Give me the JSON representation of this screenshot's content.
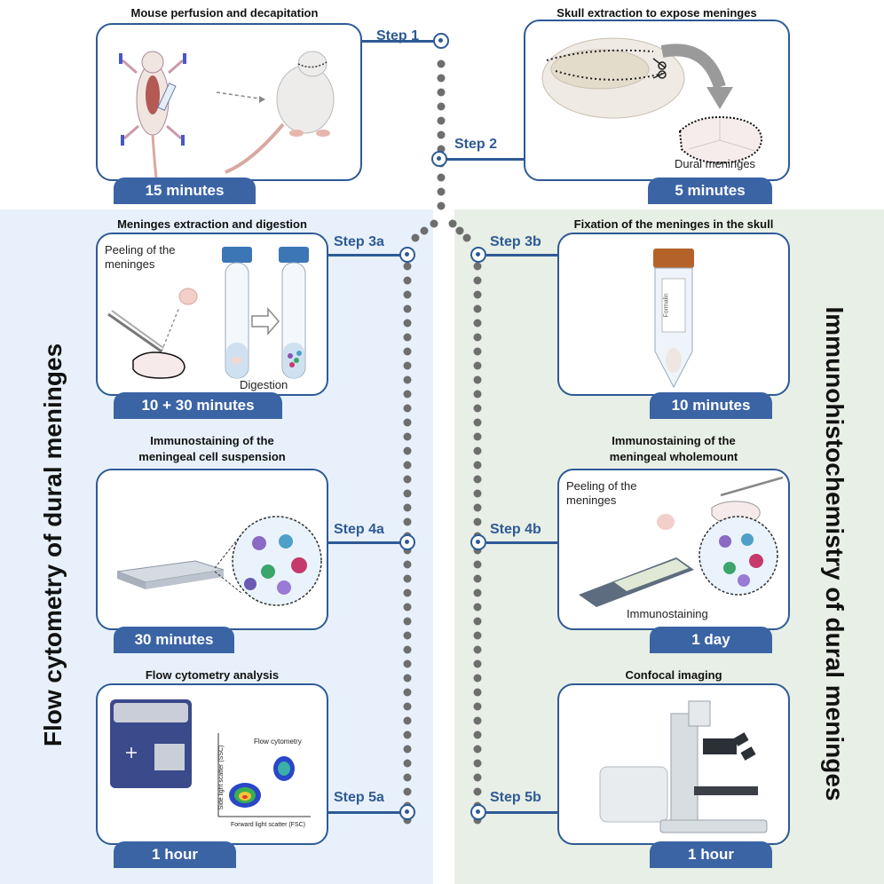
{
  "sections": {
    "left_title": "Flow cytometry of dural meninges",
    "right_title": "Immunohistochemistry of dural meninges"
  },
  "steps": {
    "s1": {
      "title": "Mouse perfusion and decapitation",
      "label": "Step 1",
      "duration": "15 minutes"
    },
    "s2": {
      "title": "Skull extraction to expose meninges",
      "label": "Step 2",
      "duration": "5 minutes",
      "note": "Dural meninges"
    },
    "s3a": {
      "title": "Meninges extraction and digestion",
      "label": "Step 3a",
      "duration": "10 + 30 minutes",
      "note1": "Peeling of the meninges",
      "note2": "Digestion"
    },
    "s3b": {
      "title": "Fixation of the meninges in the skull",
      "label": "Step 3b",
      "duration": "10 minutes",
      "tube_label": "Formalin"
    },
    "s4a": {
      "title_line1": "Immunostaining of the",
      "title_line2": "meningeal cell suspension",
      "label": "Step 4a",
      "duration": "30 minutes"
    },
    "s4b": {
      "title_line1": "Immunostaining of the",
      "title_line2": "meningeal wholemount",
      "label": "Step 4b",
      "duration": "1 day",
      "note1": "Peeling of the meninges",
      "note2": "Immunostaining"
    },
    "s5a": {
      "title": "Flow cytometry analysis",
      "label": "Step 5a",
      "duration": "1 hour",
      "plot_title": "Flow cytometry",
      "plot_xlabel": "Forward light scatter (FSC)",
      "plot_ylabel": "Side light scatter (SSC)"
    },
    "s5b": {
      "title": "Confocal imaging",
      "label": "Step 5b",
      "duration": "1 hour"
    }
  },
  "colors": {
    "accent": "#3b64a5",
    "left_bg": "#e8f1fb",
    "right_bg": "#e8efe6",
    "dots": "#6e6e6e"
  }
}
